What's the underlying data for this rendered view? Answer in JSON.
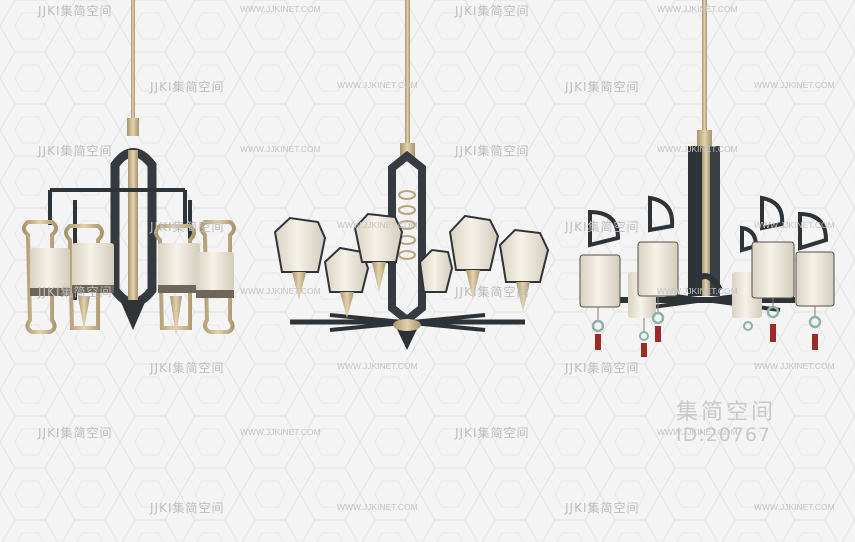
{
  "watermark": {
    "brand_text": "JJKI集简空间",
    "site_text": "WWW.JJKINET.COM"
  },
  "stamp": {
    "title": "集简空间",
    "id": "ID:20767"
  },
  "colors": {
    "background": "#f4f4f4",
    "pattern": "#e6e6e6",
    "brass": "#c9b38a",
    "dark_metal": "#3a3f45",
    "shade": "#efe9dc"
  },
  "objects": [
    "left-chandelier",
    "middle-chandelier",
    "right-chandelier"
  ]
}
